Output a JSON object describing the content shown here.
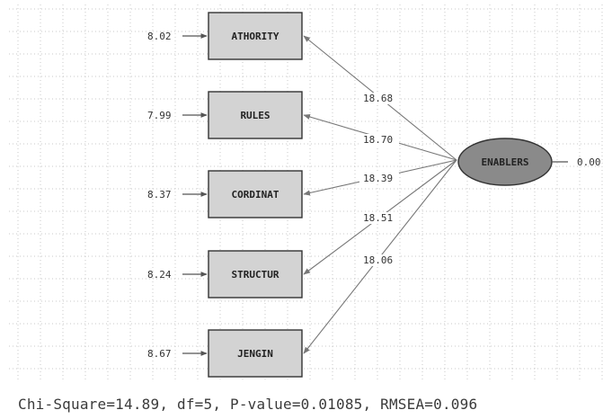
{
  "latent": {
    "label": "ENABLERS",
    "error_variance": "0.00",
    "fill": "#8a8a8a"
  },
  "indicators": [
    {
      "label": "ATHORITY",
      "error_variance": "8.02",
      "t_value": "18.68"
    },
    {
      "label": "RULES",
      "error_variance": "7.99",
      "t_value": "18.70"
    },
    {
      "label": "CORDINAT",
      "error_variance": "8.37",
      "t_value": "18.39"
    },
    {
      "label": "STRUCTUR",
      "error_variance": "8.24",
      "t_value": "18.51"
    },
    {
      "label": "JENGIN",
      "error_variance": "8.67",
      "t_value": "18.06"
    }
  ],
  "fit_statistics": "Chi-Square=14.89, df=5, P-value=0.01085, RMSEA=0.096",
  "colors": {
    "box_fill": "#d3d3d3",
    "arrow": "#777777",
    "grid": "#c9c9c9"
  }
}
